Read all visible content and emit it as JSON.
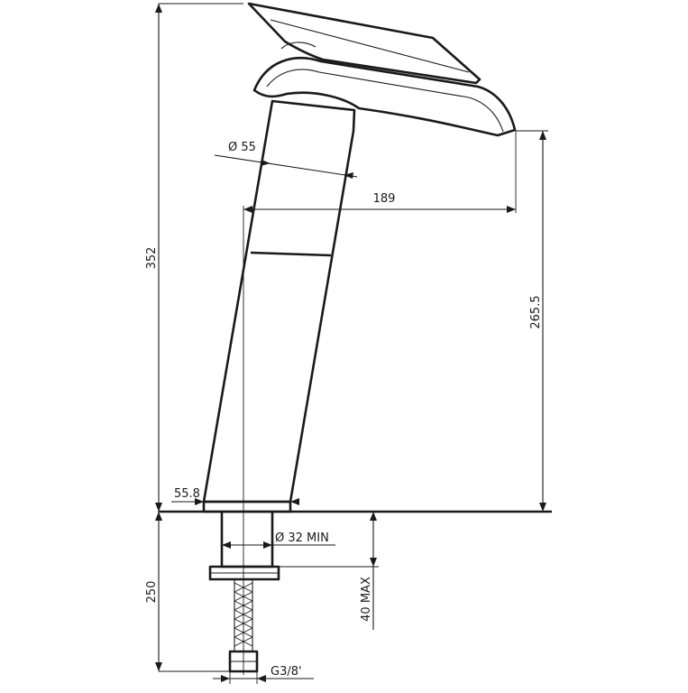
{
  "dimensions": {
    "total_height": "352",
    "diameter_body": "Ø 55",
    "reach": "189",
    "spout_height": "265.5",
    "base_offset": "55.8",
    "hole_diameter": "Ø 32 MIN",
    "hose_length": "250",
    "max_thickness": "40 MAX",
    "thread": "G3/8'"
  }
}
